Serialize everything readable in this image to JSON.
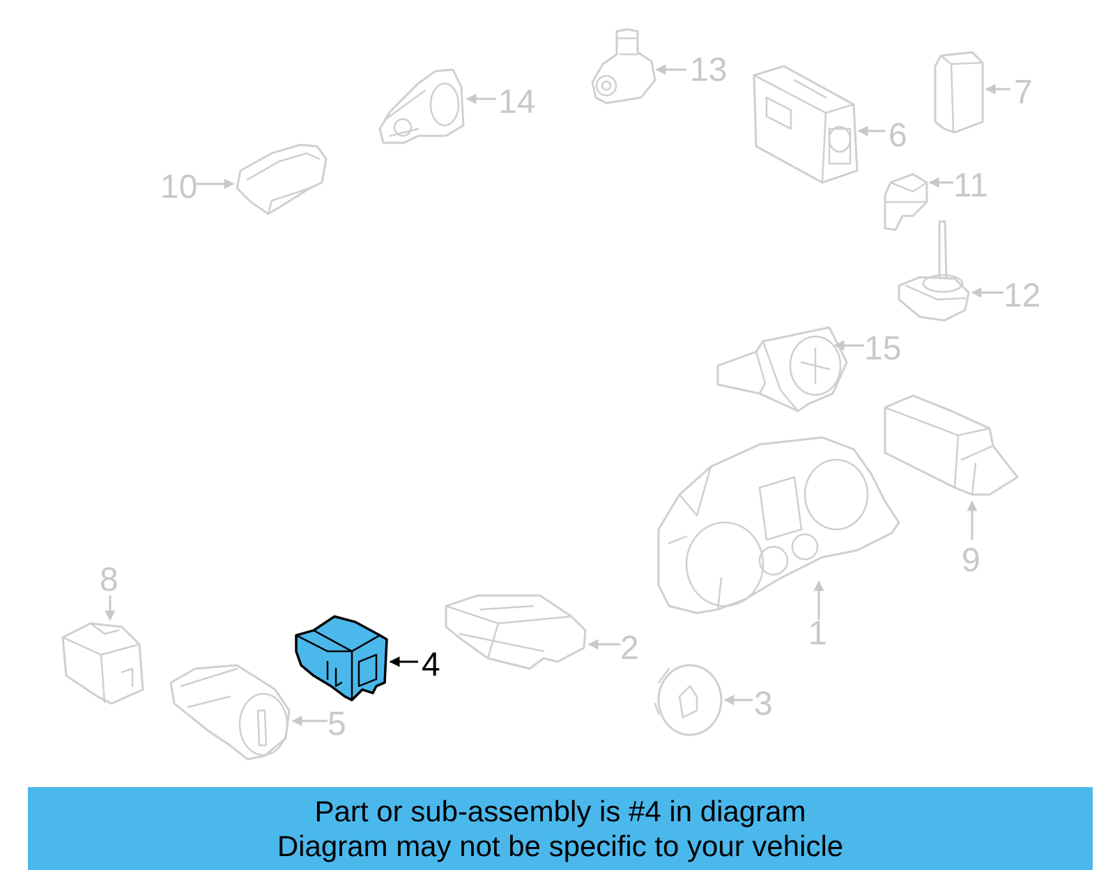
{
  "diagram": {
    "highlight_color": "#4bb8ec",
    "highlighted_callout": "4",
    "callouts": [
      "1",
      "2",
      "3",
      "4",
      "5",
      "6",
      "7",
      "8",
      "9",
      "10",
      "11",
      "12",
      "13",
      "14",
      "15"
    ]
  },
  "footer": {
    "line1": "Part or sub-assembly is #4 in diagram",
    "line2": "Diagram may not be specific to your vehicle",
    "background_color": "#4bb8ec"
  }
}
